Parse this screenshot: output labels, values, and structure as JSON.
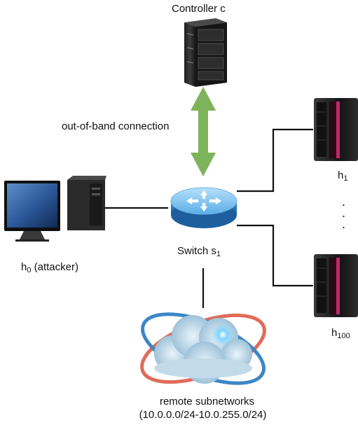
{
  "nodes": {
    "controller": {
      "name": "Controller c"
    },
    "switch": {
      "name": "Switch s",
      "subscript": "1"
    },
    "attacker": {
      "name": "h",
      "subscript": "0",
      "suffix": " (attacker)"
    },
    "host_first": {
      "name": "h",
      "subscript": "1"
    },
    "host_last": {
      "name": "h",
      "subscript": "100"
    },
    "remote": {
      "line1": "remote subnetworks",
      "line2": "(10.0.0.0/24-10.0.255.0/24)"
    }
  },
  "edges": {
    "control_link": {
      "label": "out-of-band connection",
      "color": "#7db35a"
    }
  },
  "ellipsis": ".",
  "colors": {
    "line": "#111111",
    "switch_body": "#3f8fd6",
    "switch_top": "#8ccaf2",
    "rack": "#2a2a2a",
    "host_stripe": "#c0286a"
  }
}
